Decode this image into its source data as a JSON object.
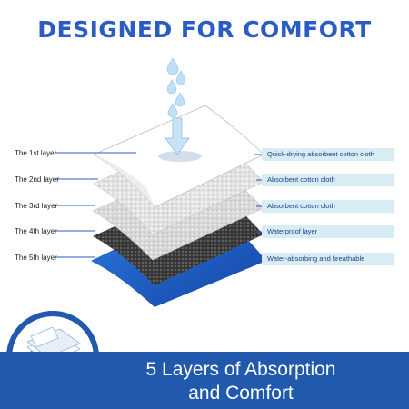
{
  "title": "DESIGNED FOR COMFORT",
  "layers": [
    {
      "label": "The 1st layer",
      "description": "Quick-drying absorbent cotton cloth"
    },
    {
      "label": "The 2nd layer",
      "description": "Absorbent cotton cloth"
    },
    {
      "label": "The 3rd layer",
      "description": "Absorbent cotton cloth"
    },
    {
      "label": "The 4th layer",
      "description": "Waterproof layer"
    },
    {
      "label": "The 5th layer",
      "description": "Water-absorbing and breathable"
    }
  ],
  "banner": {
    "line1": "5 Layers of Absorption",
    "line2": "and Comfort"
  },
  "colors": {
    "title": "#2a5cc4",
    "banner": "#2159ad",
    "pill": "#d8ecf4",
    "layer1": "#ffffff",
    "layer2": "#e6e6e6",
    "layer3": "#d4d4d4",
    "layer4": "#4a4a4a",
    "layer5": "#1c5fc4"
  },
  "icons": [
    "water-drop-icon",
    "absorb-arrow-icon",
    "pad-stack-icon"
  ]
}
